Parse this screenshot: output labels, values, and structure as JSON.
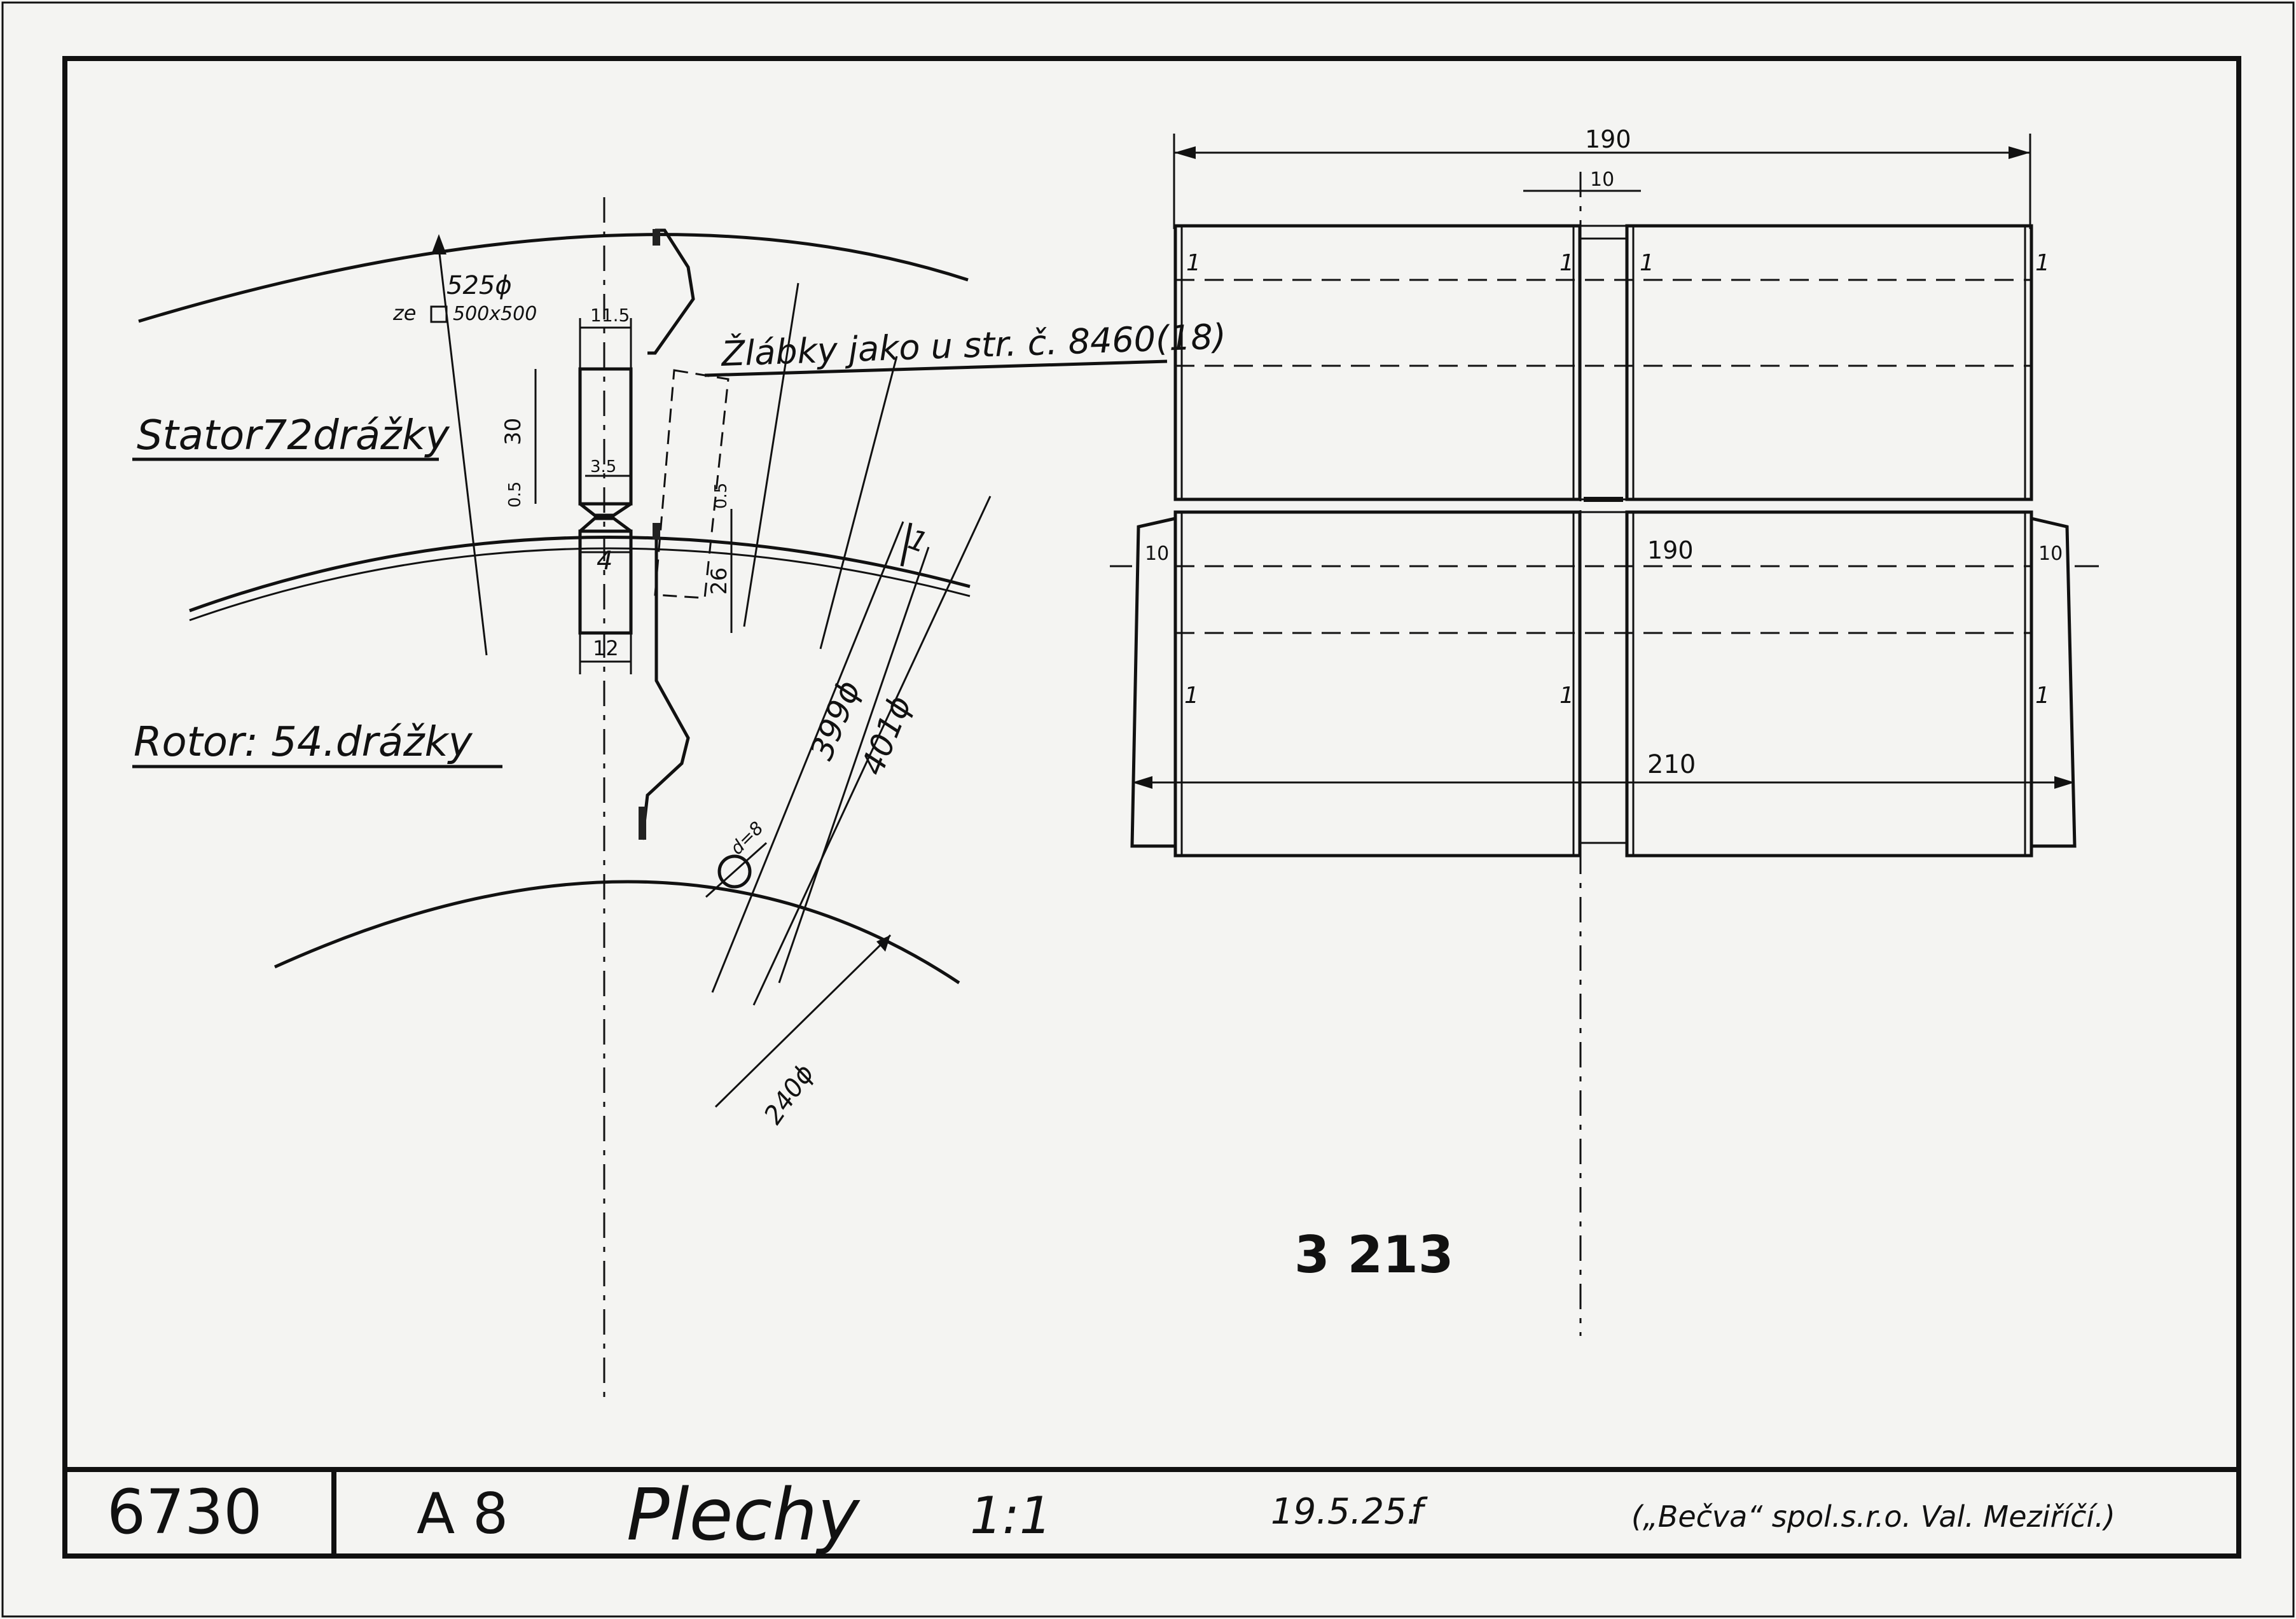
{
  "drawing": {
    "labels": {
      "stator": "Stator72drážky",
      "rotor": "Rotor: 54.drážky",
      "slots_note": "Žlábky jako u str. č. 8460(18)",
      "blank_dia": "525ϕ",
      "blank_from": "ze",
      "blank_size": "500x500",
      "stamp": "3 213"
    },
    "dims": {
      "w115": "11.5",
      "h30": "30",
      "gap05a": "0.5",
      "w35": "3.5",
      "w4": "4",
      "gap05b": "0.5",
      "h26": "26",
      "w12": "12",
      "d399": "399ϕ",
      "d401": "401ϕ",
      "d240": "240ϕ",
      "hole": "d=8",
      "one": "1",
      "w190_top": "190",
      "w10_top": "10",
      "one_a": "1",
      "one_b": "1",
      "one_c": "1",
      "one_d": "1",
      "w190_mid": "190",
      "w10_left": "10",
      "w10_right": "10",
      "one_e": "1",
      "one_f": "1",
      "one_g": "1",
      "w210": "210"
    },
    "title_block": {
      "number": "6730",
      "format": "A 8",
      "name": "Plechy",
      "scale": "1:1",
      "date": "19.5.25.",
      "initials": "f",
      "company": "(„Bečva“ spol.s.r.o. Val. Meziříčí.)"
    }
  }
}
